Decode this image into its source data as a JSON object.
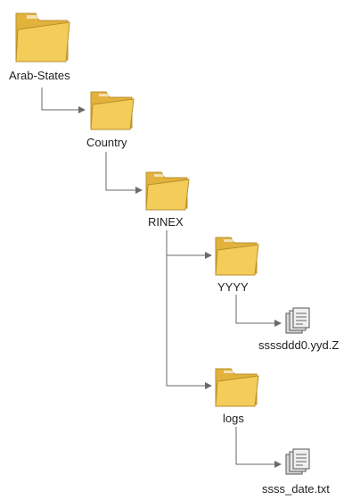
{
  "tree": {
    "root": {
      "label": "Arab-States",
      "icon": "folder-icon"
    },
    "country": {
      "label": "Country",
      "icon": "folder-icon"
    },
    "rinex": {
      "label": "RINEX",
      "icon": "folder-icon"
    },
    "yyyy": {
      "label": "YYYY",
      "icon": "folder-icon"
    },
    "yyyy_file": {
      "label": "ssssddd0.yyd.Z",
      "icon": "files-stack-icon"
    },
    "logs": {
      "label": "logs",
      "icon": "folder-icon"
    },
    "logs_file": {
      "label": "ssss_date.txt",
      "icon": "files-stack-icon"
    }
  },
  "colors": {
    "folder_front": "#f4cc5a",
    "folder_back": "#e2b23c",
    "folder_edge": "#b8902c",
    "connector": "#6a6a6a",
    "doc_fill": "#d8d8d8",
    "doc_edge": "#555555"
  }
}
